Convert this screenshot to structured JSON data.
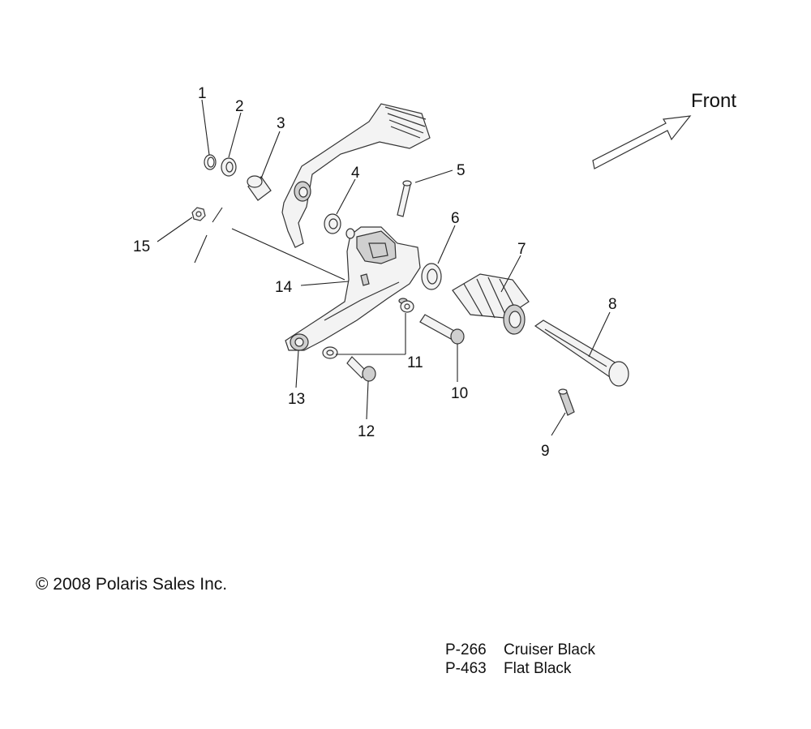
{
  "direction_label": "Front",
  "callouts": [
    "1",
    "2",
    "3",
    "4",
    "5",
    "6",
    "7",
    "8",
    "9",
    "10",
    "11",
    "12",
    "13",
    "14",
    "15"
  ],
  "copyright": "© 2008 Polaris Sales Inc.",
  "color_codes": [
    {
      "code": "P-266",
      "name": "Cruiser Black"
    },
    {
      "code": "P-463",
      "name": "Flat Black"
    }
  ]
}
